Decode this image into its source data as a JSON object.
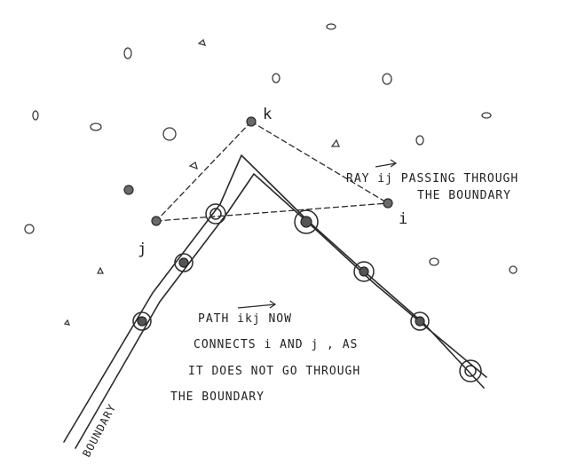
{
  "nodes": {
    "k": "k",
    "i": "i",
    "j": "j"
  },
  "annotations": {
    "ray_line1": "RAY ij PASSING THROUGH",
    "ray_line2": "THE BOUNDARY",
    "path_line1": "PATH ikj NOW",
    "path_line2": "CONNECTS i AND j , AS",
    "path_line3": "IT DOES NOT GO THROUGH",
    "path_line4": "THE BOUNDARY",
    "boundary_label": "BOUNDARY"
  }
}
